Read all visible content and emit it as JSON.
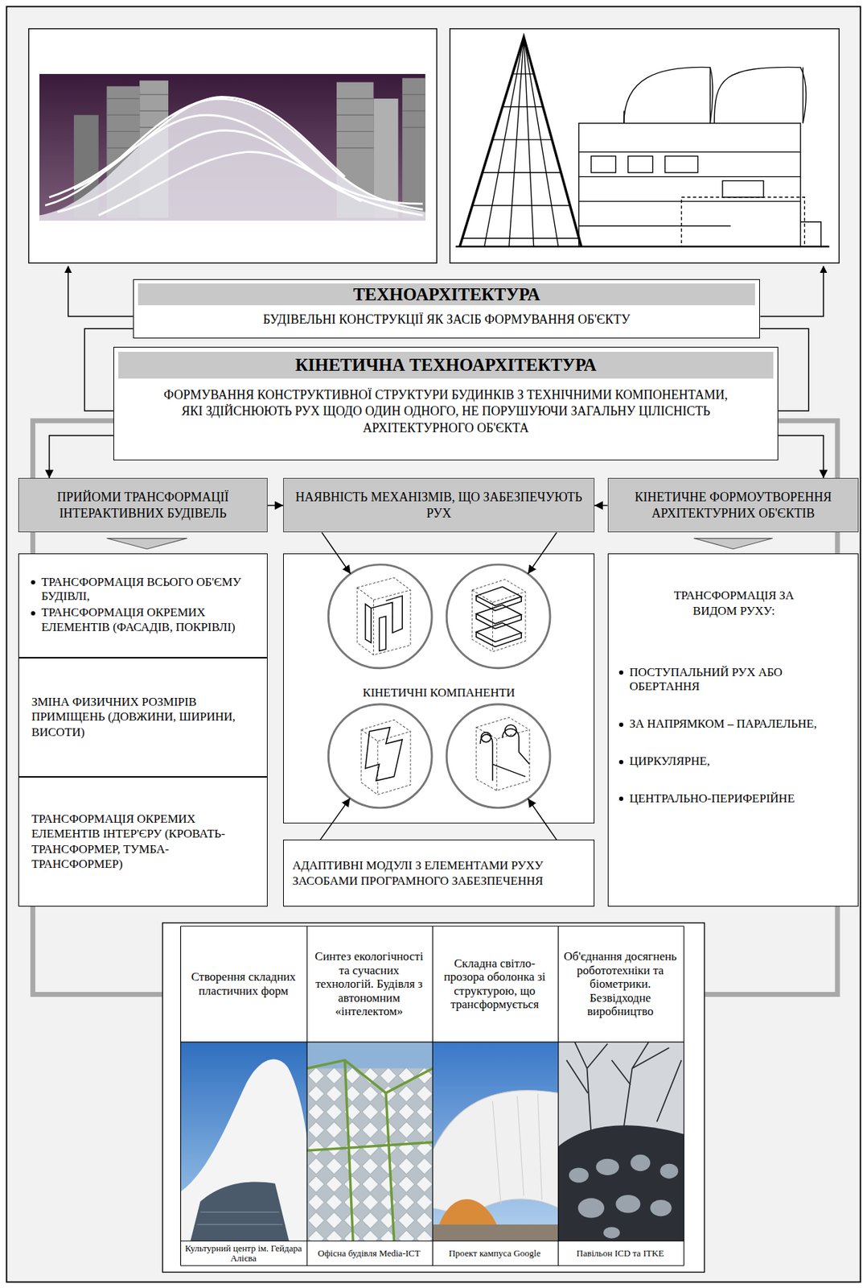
{
  "diagram": {
    "nodes": [
      {
        "text": [
          "ТЕХНОАРХІТЕКТУРА",
          "БУДІВЕЛЬНІ КОНСТРУКЦІЇ ЯК ЗАСІБ ФОРМУВАННЯ ОБ'ЄКТУ"
        ]
      },
      {
        "text": [
          "КІНЕТИЧНА ТЕХНОАРХІТЕКТУРА",
          "ФОРМУВАННЯ КОНСТРУКТИВНОЇ СТРУКТУРИ БУДИНКІВ З ТЕХНІЧНИМИ КОМПОНЕНТАМИ, ЯКІ ЗДІЙСНЮЮТЬ РУХ ЩОДО ОДИН ОДНОГО, НЕ ПОРУШУЮЧИ ЗАГАЛЬНУ ЦІЛІСНІСТЬ АРХІТЕКТУРНОГО ОБ'ЄКТА"
        ]
      },
      {
        "text": [
          "ПРИЙОМИ ТРАНСФОРМАЦІЇ ІНТЕРАКТИВНИХ БУДІВЕЛЬ"
        ]
      },
      {
        "text": [
          "НАЯВНІСТЬ МЕХАНІЗМІВ, ЩО ЗАБЕЗПЕЧУЮТЬ РУХ"
        ]
      },
      {
        "text": [
          "КІНЕТИЧНЕ ФОРМОУТВОРЕННЯ АРХІТЕКТУРНИХ ОБ'ЄКТІВ"
        ]
      },
      {
        "text": [
          "ТРАНСФОРМАЦІЯ ВСЬОГО ОБ'ЄМУ БУДІВЛІ,",
          "ТРАНСФОРМАЦІЯ ОКРЕМИХ ЕЛЕМЕНТІВ (ФАСАДІВ, ПОКРІВЛІ)"
        ]
      },
      {
        "text": [
          "КІНЕТИЧНІ КОМПАНЕНТИ"
        ]
      },
      {
        "text": [
          "ТРАНСФОРМАЦІЯ ЗА ВИДОМ РУХУ:",
          "ПОСТУПАЛЬНИЙ РУХ АБО ОБЕРТАННЯ",
          "ЗА НАПРЯМКОМ – ПАРАЛЕЛЬНЕ,",
          "ЦИРКУЛЯРНЕ,",
          "ЦЕНТРАЛЬНО-ПЕРИФЕРІЙНЕ"
        ]
      },
      {
        "text": [
          "ЗМІНА ФИЗИЧНИХ РОЗМІРІВ ПРИМІЩЕНЬ (ДОВЖИНИ, ШИРИНИ, ВИСОТИ)"
        ]
      },
      {
        "text": [
          "ТРАНСФОРМАЦІЯ ОКРЕМИХ ЕЛЕМЕНТІВ ІНТЕР'ЄРУ (КРОВАТЬ-ТРАНСФОРМЕР, ТУМБА-ТРАНСФОРМЕР)"
        ]
      },
      {
        "text": [
          "АДАПТИВНІ МОДУЛІ З ЕЛЕМЕНТАМИ РУХУ ЗАСОБАМИ ПРОГРАМНОГО ЗАБЕЗПЕЧЕННЯ"
        ]
      }
    ],
    "edges": [
      {
        "from": 0,
        "to": 1,
        "arrow": "none"
      },
      {
        "from": 0,
        "to": 1,
        "arrow": "none"
      },
      {
        "from": 1,
        "to": 2,
        "arrow": "to"
      },
      {
        "from": 1,
        "to": 4,
        "arrow": "to"
      },
      {
        "from": 2,
        "to": 3,
        "arrow": "to"
      },
      {
        "from": 4,
        "to": 3,
        "arrow": "to"
      },
      {
        "from": 3,
        "to": 6,
        "arrow": "to"
      },
      {
        "from": 3,
        "to": 6,
        "arrow": "to"
      },
      {
        "from": 10,
        "to": 6,
        "arrow": "to"
      },
      {
        "from": 10,
        "to": 6,
        "arrow": "to"
      }
    ],
    "labels": [
      "Створення складних пластичних форм",
      "Синтез екологічності та сучасних технологій. Будівля з автономним «інтелектом»",
      "Складна світло-прозора оболонка зі структурою, що трансформується",
      "Об'єднання досягнень робототехніки та біометрики. Безвідходне виробництво",
      "Культурний центр ім. Гейдара Алієва",
      "Офісна будівля Media-ICT",
      "Проект кампуса Google",
      "Павільон ICD та ITKE"
    ]
  }
}
